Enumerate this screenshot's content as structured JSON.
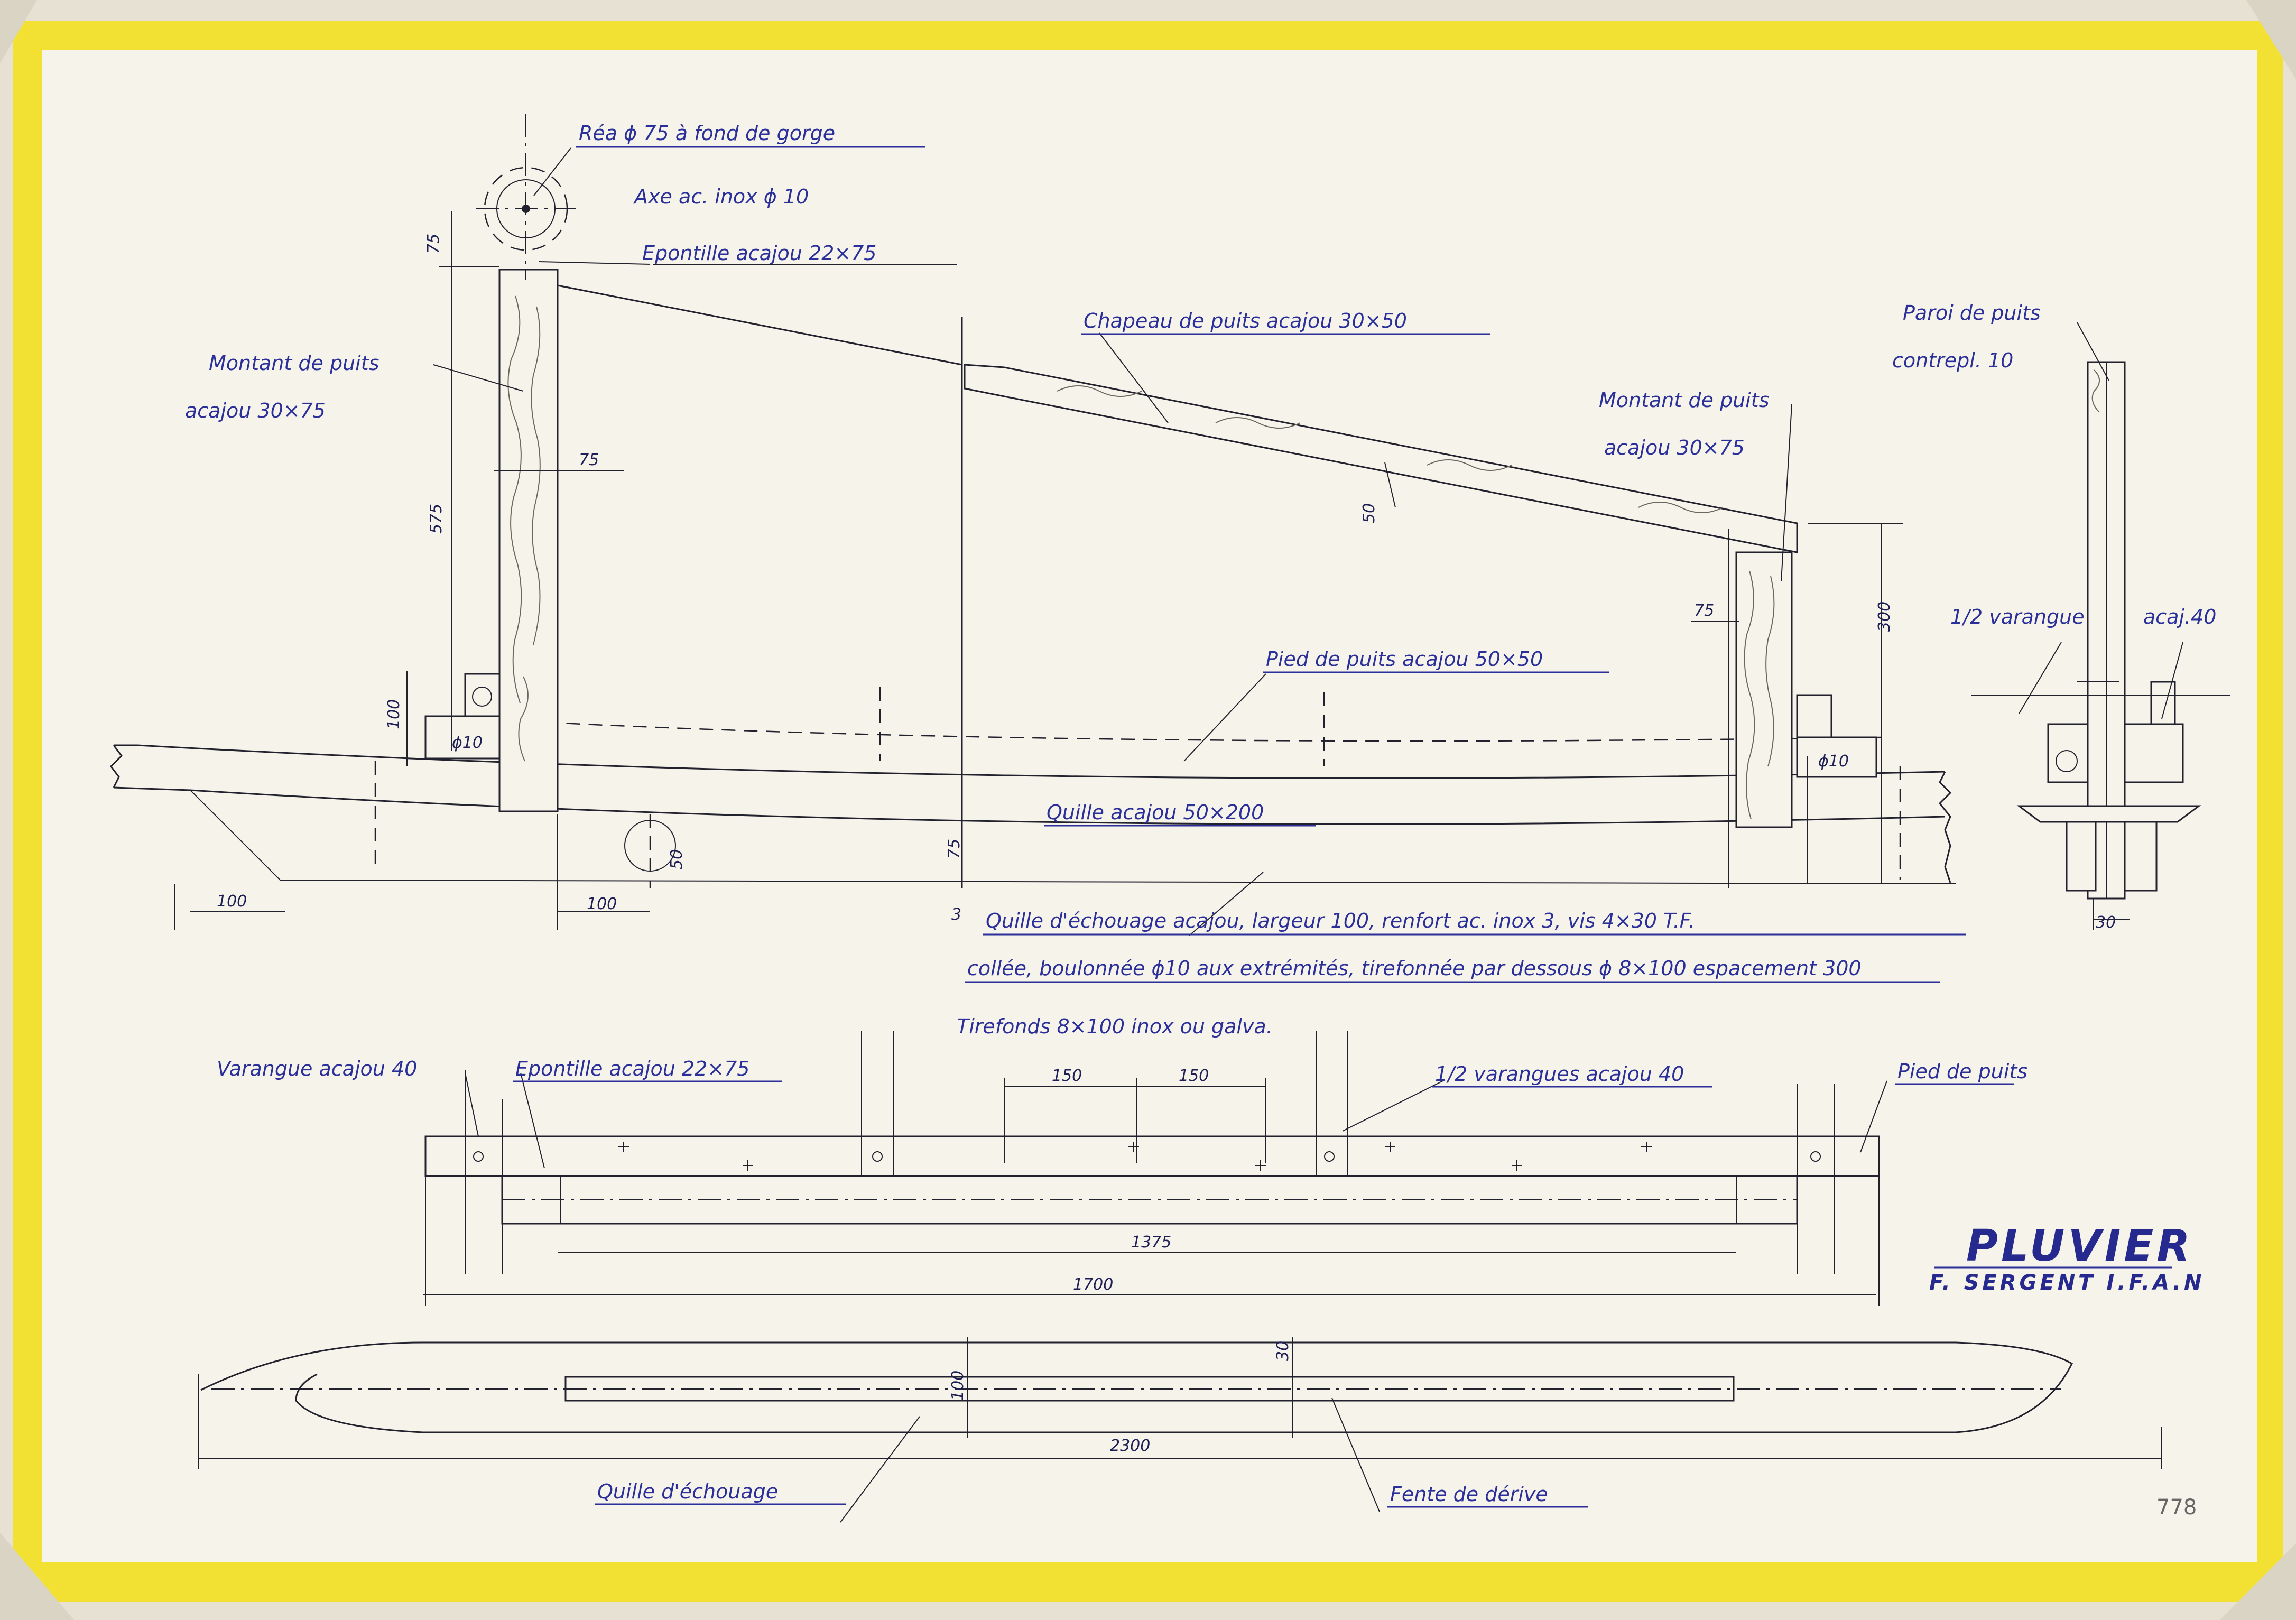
{
  "title": "PLUVIER",
  "author": "F. SERGENT I.F.A.N",
  "sheet_number": "778",
  "colors": {
    "frame": "#f2e032",
    "paper": "#f6f3ea",
    "ink": "#22222e",
    "label_ink": "#2a2f9a"
  },
  "labels": {
    "rea": "Réa ϕ 75 à fond de gorge",
    "axe": "Axe ac. inox ϕ 10",
    "epontille_top": "Epontille acajou 22×75",
    "montant_left_1": "Montant de puits",
    "montant_left_2": "acajou 30×75",
    "chapeau": "Chapeau de puits acajou 30×50",
    "montant_right_1": "Montant de puits",
    "montant_right_2": "acajou 30×75",
    "pied": "Pied de puits acajou 50×50",
    "quille": "Quille acajou 50×200",
    "paroi_1": "Paroi de puits",
    "paroi_2": "contrepl. 10",
    "demi_varangue": "1/2 varangue",
    "acaj40": "acaj.40",
    "note_line1": "Quille d'échouage acajou, largeur 100, renfort ac. inox 3, vis 4×30 T.F.",
    "note_line2": "collée, boulonnée ϕ10 aux extrémités, tirefonnée par dessous ϕ 8×100 espacement 300",
    "tirefonds": "Tirefonds 8×100 inox ou galva.",
    "varangue": "Varangue acajou 40",
    "epontille_plan": "Epontille acajou 22×75",
    "demi_varangues": "1/2 varangues acajou 40",
    "pied_plan": "Pied de puits",
    "quille_echouage": "Quille d'échouage",
    "fente": "Fente de dérive"
  },
  "dims": {
    "d75_top": "75",
    "d575": "575",
    "d75_w": "75",
    "d100_h": "100",
    "phi10_left": "ϕ10",
    "d50_chapeau": "50",
    "d75_right": "75",
    "d300": "300",
    "phi10_right": "ϕ10",
    "d50_keel": "50",
    "d75_keel": "75",
    "d3": "3",
    "d100_left": "100",
    "d100_mid": "100",
    "d30_side": "30",
    "d150_a": "150",
    "d150_b": "150",
    "d1375": "1375",
    "d1700": "1700",
    "d100_plan": "100",
    "d30_plan": "30",
    "d2300": "2300"
  }
}
